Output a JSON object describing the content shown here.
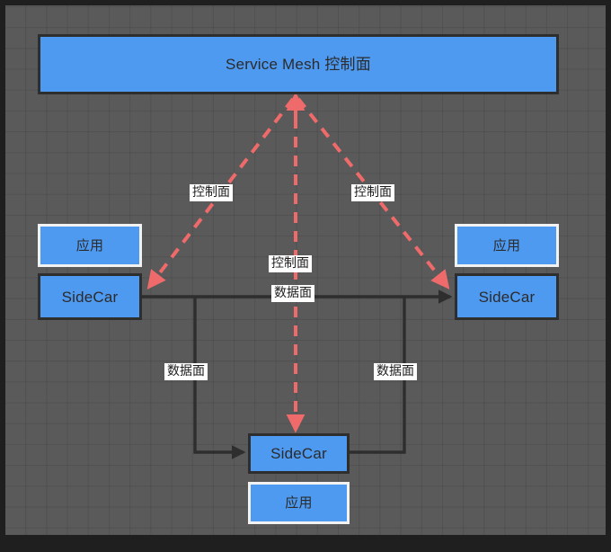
{
  "diagram": {
    "title_text": "Service Mesh 控制面",
    "background_color": "#5a5a5a",
    "node_fill_color": "#4e9af1",
    "control_plane_edge_color": "#ef6a6a",
    "data_plane_edge_color": "#2e2e2e",
    "nodes": [
      {
        "id": "control-plane",
        "label": "Service Mesh 控制面",
        "border": "dark"
      },
      {
        "id": "app-left",
        "label": "应用",
        "border": "light"
      },
      {
        "id": "sidecar-left",
        "label": "SideCar",
        "border": "dark"
      },
      {
        "id": "app-right",
        "label": "应用",
        "border": "light"
      },
      {
        "id": "sidecar-right",
        "label": "SideCar",
        "border": "dark"
      },
      {
        "id": "sidecar-bottom",
        "label": "SideCar",
        "border": "dark"
      },
      {
        "id": "app-bottom",
        "label": "应用",
        "border": "light"
      }
    ],
    "edge_labels": {
      "control_plane_left": "控制面",
      "control_plane_right": "控制面",
      "control_plane_center": "控制面",
      "data_plane_center": "数据面",
      "data_plane_left": "数据面",
      "data_plane_right": "数据面"
    }
  }
}
